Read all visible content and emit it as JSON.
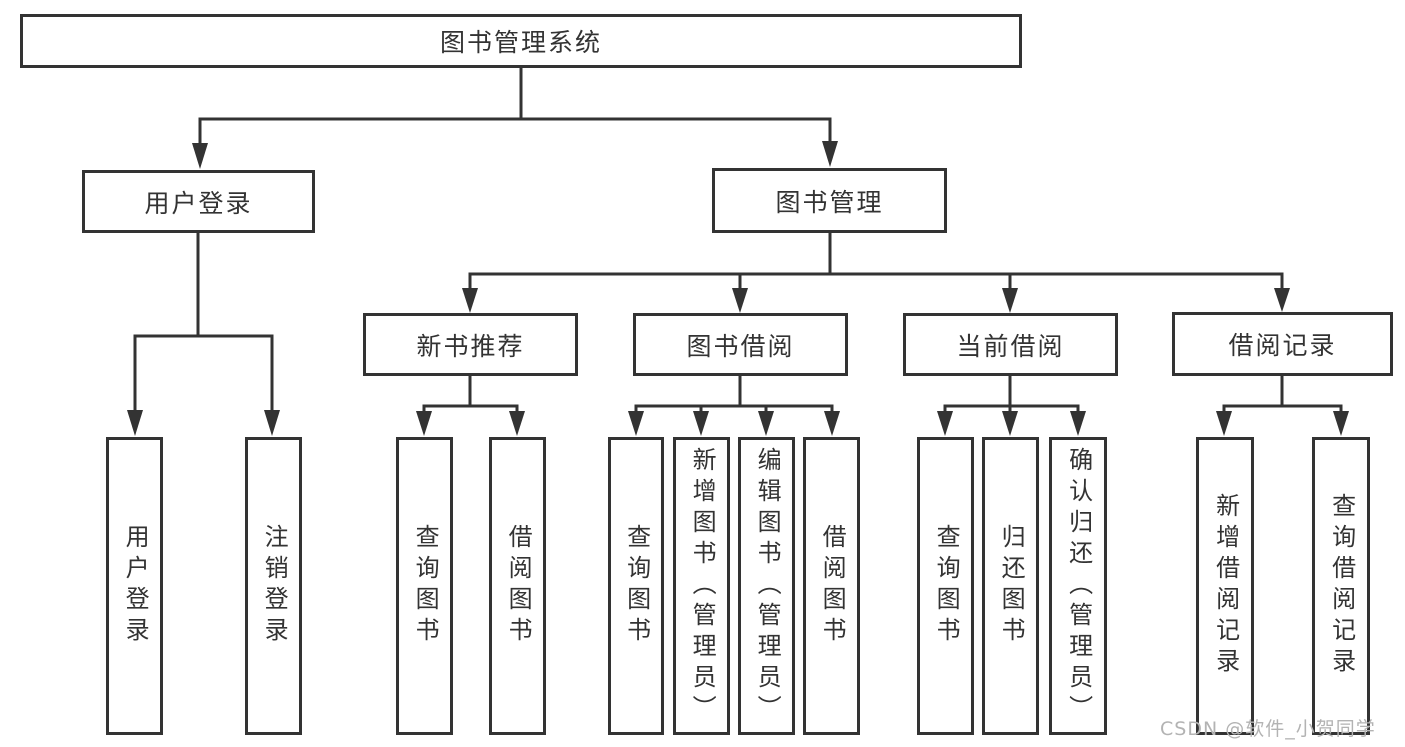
{
  "diagram": {
    "root": {
      "label": "图书管理系统"
    },
    "level2": [
      {
        "label": "用户登录"
      },
      {
        "label": "图书管理"
      }
    ],
    "level3": [
      {
        "label": "新书推荐"
      },
      {
        "label": "图书借阅"
      },
      {
        "label": "当前借阅"
      },
      {
        "label": "借阅记录"
      }
    ],
    "leaves": [
      {
        "label": "用户登录"
      },
      {
        "label": "注销登录"
      },
      {
        "label": "查询图书"
      },
      {
        "label": "借阅图书"
      },
      {
        "label": "查询图书"
      },
      {
        "label": "新增图书（管理员）"
      },
      {
        "label": "编辑图书（管理员）"
      },
      {
        "label": "借阅图书"
      },
      {
        "label": "查询图书"
      },
      {
        "label": "归还图书"
      },
      {
        "label": "确认归还（管理员）"
      },
      {
        "label": "新增借阅记录"
      },
      {
        "label": "查询借阅记录"
      }
    ]
  },
  "watermark": {
    "text": "CSDN @软件_小贺同学"
  },
  "colors": {
    "line": "#333333",
    "box_border": "#333333",
    "text": "#333333",
    "background": "#ffffff",
    "watermark": "#b3b3b3"
  }
}
